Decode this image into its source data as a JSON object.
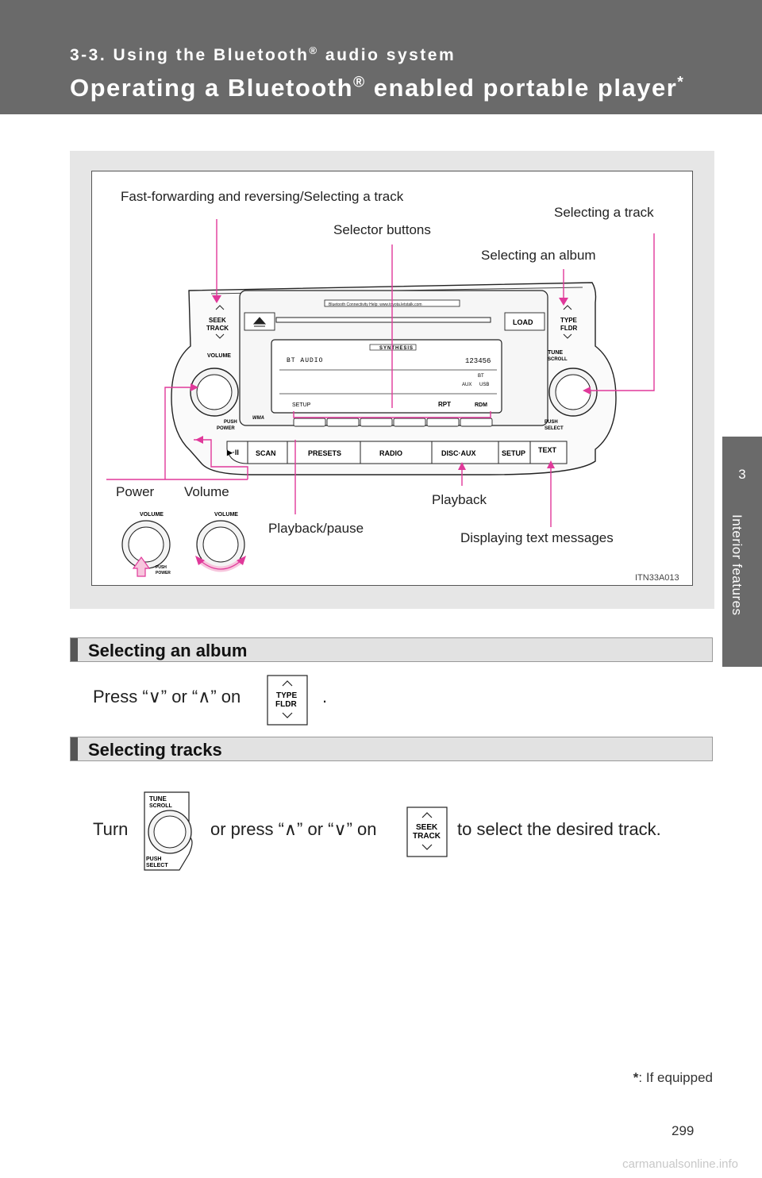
{
  "header": {
    "section": "3-3. Using the Bluetooth",
    "section_tail": " audio system",
    "title": "Operating a Bluetooth",
    "title_tail": " enabled portable player",
    "reg": "®",
    "asterisk": "*"
  },
  "side_tab": {
    "chapter": "3",
    "label": "Interior features"
  },
  "figure": {
    "labels": {
      "fast_forward": "Fast-forwarding and reversing/Selecting a track",
      "selecting_track": "Selecting a track",
      "selector_buttons": "Selector buttons",
      "selecting_album": "Selecting an album",
      "power": "Power",
      "volume": "Volume",
      "playback": "Playback",
      "playback_pause": "Playback/pause",
      "displaying_text": "Displaying text messages"
    },
    "code": "ITN33A013",
    "unit_text": {
      "cd_slot_label": "Bluetooth Connectivity Help: www.toyota.letstalk.com",
      "seek": "SEEK",
      "track": "TRACK",
      "type": "TYPE",
      "fldr": "FLDR",
      "load": "LOAD",
      "volume": "VOLUME",
      "tune": "TUNE",
      "scroll": "SCROLL",
      "push": "PUSH",
      "power": "POWER",
      "select": "SELECT",
      "synthesis": "SYNTHESIS",
      "bt_audio": "BT AUDIO",
      "presets_nums": "123456",
      "bt": "BT",
      "aux": "AUX",
      "usb": "USB",
      "setup_small": "SETUP",
      "rpt": "RPT",
      "rdm": "RDM",
      "play_pause": "▶·II",
      "scan": "SCAN",
      "presets": "PRESETS",
      "radio": "RADIO",
      "disc_aux": "DISC·AUX",
      "setup": "SETUP",
      "text": "TEXT",
      "wma": "WMA"
    }
  },
  "sections": [
    {
      "heading": "Selecting an album"
    },
    {
      "heading": "Selecting tracks"
    }
  ],
  "album_text": {
    "pre": "Press “",
    "down": "∨",
    "mid": "” or “",
    "up": "∧",
    "post": "” on",
    "end": "."
  },
  "tracks_text": {
    "pre": "Turn",
    "mid1": "or press “",
    "up": "∧",
    "mid2": "” or “",
    "down": "∨",
    "mid3": "” on",
    "end": "to select the desired track."
  },
  "footnote": {
    "mark": "*",
    "text": ": If equipped"
  },
  "page_number": "299",
  "watermark": "carmanualsonline.info"
}
